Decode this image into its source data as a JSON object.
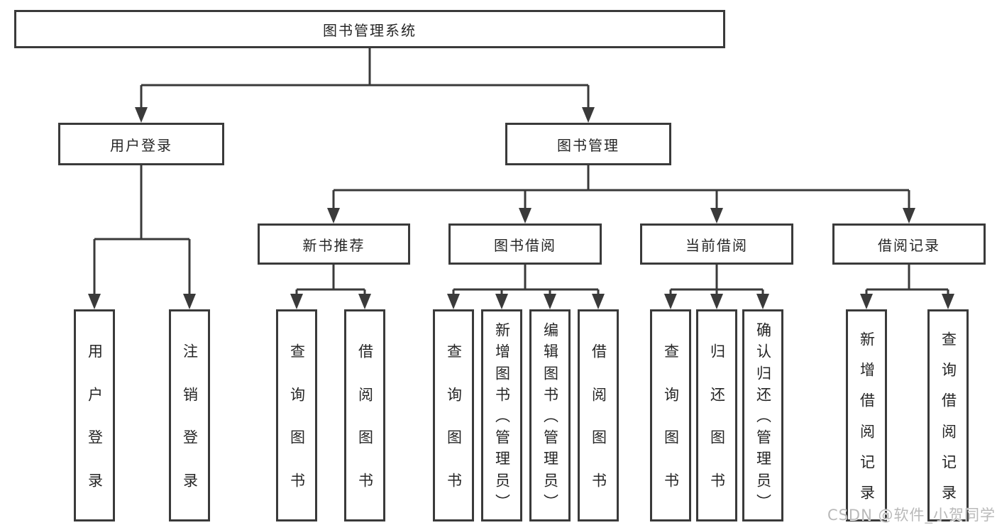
{
  "colors": {
    "line": "#3a3a3a",
    "box_border": "#3a3a3a",
    "text": "#262626",
    "background": "#ffffff",
    "watermark": "#b9b9b9"
  },
  "tree": {
    "root": {
      "label": "图书管理系统"
    },
    "branches": [
      {
        "label": "用户登录",
        "children": [
          "用户登录",
          "注销登录"
        ]
      },
      {
        "label": "图书管理",
        "sections": [
          {
            "label": "新书推荐",
            "children": [
              "查询图书",
              "借阅图书"
            ]
          },
          {
            "label": "图书借阅",
            "children": [
              "查询图书",
              "新增图书（管理员）",
              "编辑图书（管理员）",
              "借阅图书"
            ]
          },
          {
            "label": "当前借阅",
            "children": [
              "查询图书",
              "归还图书",
              "确认归还（管理员）"
            ]
          },
          {
            "label": "借阅记录",
            "children": [
              "新增借阅记录",
              "查询借阅记录"
            ]
          }
        ]
      }
    ]
  },
  "watermark": {
    "text": "CSDN @软件_小贺同学"
  }
}
